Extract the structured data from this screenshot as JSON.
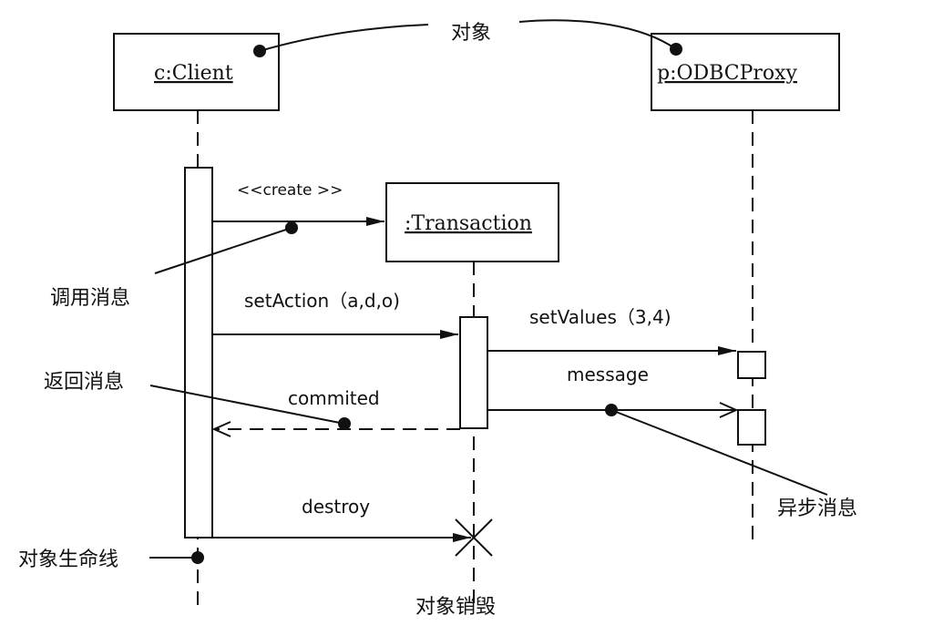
{
  "objects": {
    "client": "c:Client",
    "proxy": "p:ODBCProxy",
    "transaction": ":Transaction"
  },
  "messages": {
    "create": "<<create >>",
    "set_action": "setAction（a,d,o)",
    "set_values": "setValues（3,4)",
    "message": "message",
    "committed": "commited",
    "destroy": "destroy"
  },
  "annotations": {
    "object": "对象",
    "call_message": "调用消息",
    "return_message": "返回消息",
    "async_message": "异步消息",
    "lifeline": "对象生命线",
    "destruction": "对象销毁"
  }
}
